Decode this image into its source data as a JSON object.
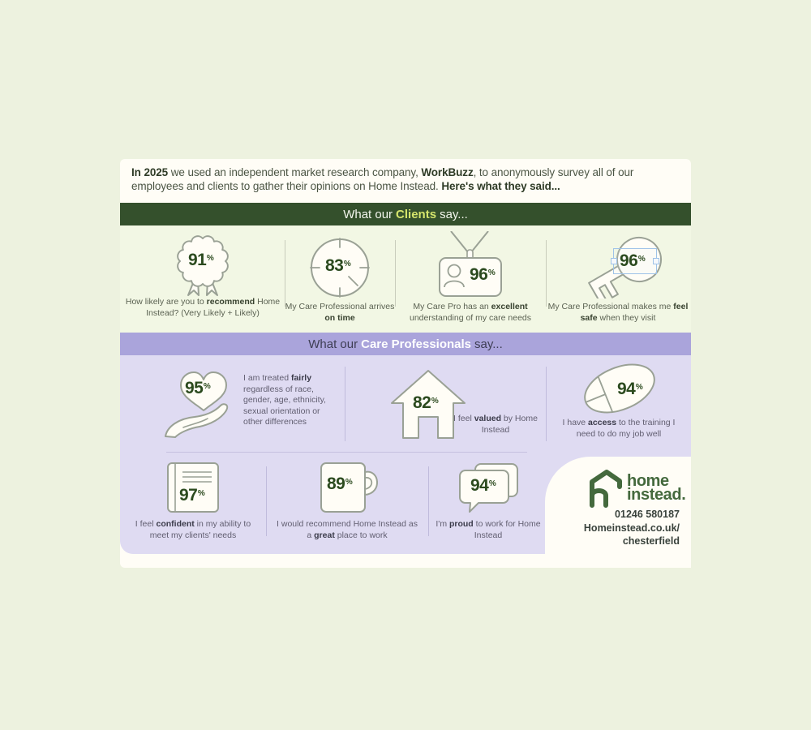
{
  "ui": {
    "percent": "%"
  },
  "intro": {
    "segments": [
      {
        "t": "In 2025"
      },
      {
        "t": " we used an independent market research company, "
      },
      {
        "t": "WorkBuzz"
      },
      {
        "t": ", to anonymously survey all of our employees and clients to gather their opinions on Home Instead. "
      },
      {
        "t": "Here's what they said..."
      }
    ]
  },
  "headers": {
    "clients": {
      "pre": "What our",
      "highlight": "Clients",
      "post": "say..."
    },
    "carepros": {
      "pre": "What our",
      "highlight": "Care Professionals",
      "post": "say..."
    }
  },
  "clients": [
    {
      "icon": "rosette-award-icon",
      "value": "91",
      "caption": [
        {
          "t": "How likely are you to "
        },
        {
          "t": "recommend"
        },
        {
          "t": " Home Instead? (Very Likely + Likely)"
        }
      ]
    },
    {
      "icon": "clock-icon",
      "value": "83",
      "caption": [
        {
          "t": "My Care Professional arrives "
        },
        {
          "t": "on time"
        },
        {
          "t": ""
        }
      ]
    },
    {
      "icon": "id-badge-icon",
      "value": "96",
      "caption": [
        {
          "t": "My Care Pro has an "
        },
        {
          "t": "excellent"
        },
        {
          "t": " understanding of my care needs"
        }
      ]
    },
    {
      "icon": "key-icon",
      "value": "96",
      "caption": [
        {
          "t": "My Care Professional makes me "
        },
        {
          "t": "feel safe"
        },
        {
          "t": " when they visit"
        }
      ]
    }
  ],
  "carepros": [
    {
      "icon": "heart-in-hand-icon",
      "value": "95",
      "caption": [
        {
          "t": "I am treated "
        },
        {
          "t": "fairly"
        },
        {
          "t": " regardless of race, gender, age, ethnicity, sexual orientation or other differences"
        }
      ]
    },
    {
      "icon": "house-icon",
      "value": "82",
      "caption": [
        {
          "t": "I feel "
        },
        {
          "t": "valued"
        },
        {
          "t": " by Home Instead"
        }
      ]
    },
    {
      "icon": "computer-mouse-icon",
      "value": "94",
      "caption": [
        {
          "t": "I have "
        },
        {
          "t": "access"
        },
        {
          "t": " to the training I need to do my job well"
        }
      ]
    },
    {
      "icon": "notebook-icon",
      "value": "97",
      "caption": [
        {
          "t": "I feel "
        },
        {
          "t": "confident"
        },
        {
          "t": " in my ability to meet my clients' needs"
        }
      ]
    },
    {
      "icon": "mug-icon",
      "value": "89",
      "caption": [
        {
          "t": "I would recommend Home Instead as a "
        },
        {
          "t": "great"
        },
        {
          "t": " place to work"
        }
      ]
    },
    {
      "icon": "speech-bubbles-icon",
      "value": "94",
      "caption": [
        {
          "t": "I'm "
        },
        {
          "t": "proud"
        },
        {
          "t": " to work for Home Instead"
        }
      ]
    }
  ],
  "brand": {
    "logo_line1": "home",
    "logo_line2": "instead.",
    "phone": "01246 580187",
    "website": "Homeinstead.co.uk/",
    "location": "chesterfield"
  },
  "colors": {
    "page_bg": "#edf2df",
    "card_bg": "#fffdf6",
    "clients_bar": "#34502c",
    "clients_highlight": "#d5e56c",
    "clients_section_bg": "#f2f7e4",
    "carepro_bar": "#aaa4db",
    "carepro_section_bg": "#dfdbf2",
    "stat_number_green": "#2b4a1e",
    "logo_green": "#44693d"
  }
}
